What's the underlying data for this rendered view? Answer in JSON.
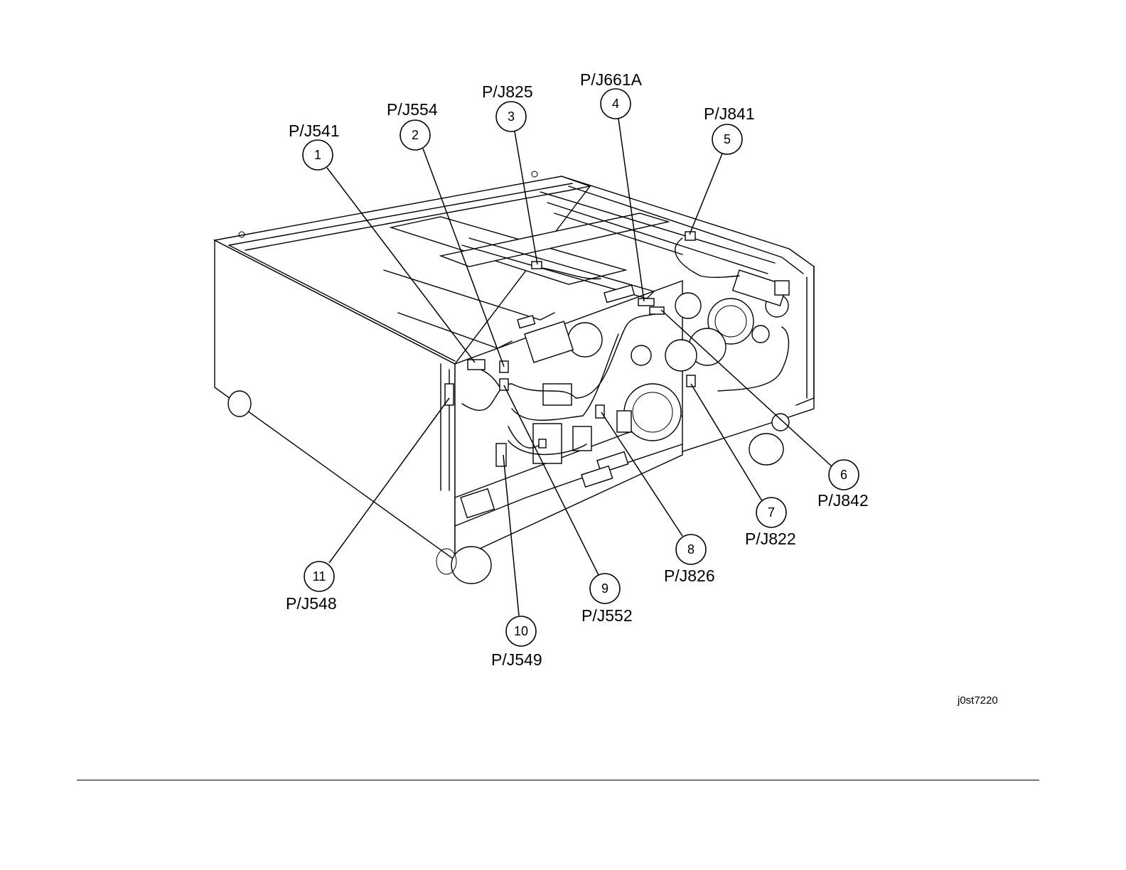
{
  "figure_id": "j0st7220",
  "callouts": [
    {
      "number": "1",
      "label": "P/J541"
    },
    {
      "number": "2",
      "label": "P/J554"
    },
    {
      "number": "3",
      "label": "P/J825"
    },
    {
      "number": "4",
      "label": "P/J661A"
    },
    {
      "number": "5",
      "label": "P/J841"
    },
    {
      "number": "6",
      "label": "P/J842"
    },
    {
      "number": "7",
      "label": "P/J822"
    },
    {
      "number": "8",
      "label": "P/J826"
    },
    {
      "number": "9",
      "label": "P/J552"
    },
    {
      "number": "10",
      "label": "P/J549"
    },
    {
      "number": "11",
      "label": "P/J548"
    }
  ]
}
